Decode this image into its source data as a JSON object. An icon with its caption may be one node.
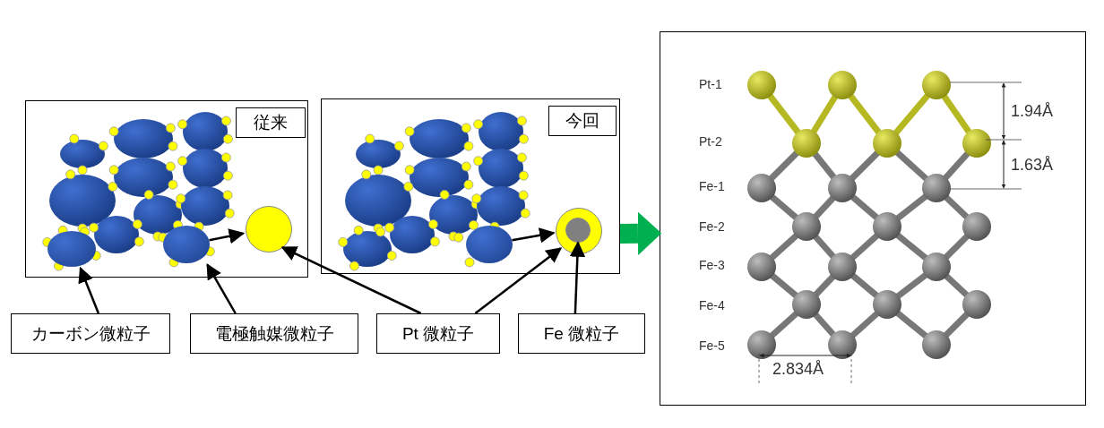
{
  "diagram": {
    "nodes": [
      {
        "text": [],
        "shape": "box"
      },
      {
        "text": [
          "従来"
        ],
        "in": 0
      },
      {
        "text": [],
        "shape": "ellipse",
        "in": 0
      },
      {
        "text": [],
        "shape": "ellipse",
        "in": 0
      },
      {
        "text": [],
        "shape": "circle",
        "in": 0
      },
      {
        "text": [],
        "shape": "box"
      },
      {
        "text": [
          "今回"
        ],
        "in": 5
      },
      {
        "text": [],
        "shape": "ellipse",
        "in": 5
      },
      {
        "text": [],
        "shape": "circle",
        "in": 5
      },
      {
        "text": [],
        "shape": "circle",
        "in": 8
      },
      {
        "text": [],
        "shape": "box"
      },
      {
        "text": [
          "カーボン微粒子"
        ]
      },
      {
        "text": [
          "電極触媒微粒子"
        ]
      },
      {
        "text": [
          "Pt 微粒子"
        ]
      },
      {
        "text": [
          "Fe 微粒子"
        ]
      }
    ],
    "edges": [
      {
        "from": 3,
        "to": 4,
        "arrow": "to"
      },
      {
        "from": 7,
        "to": 8,
        "arrow": "to"
      },
      {
        "from": 5,
        "to": 10,
        "arrow": "to",
        "style": "thick",
        "color": "#00b050"
      },
      {
        "from": 11,
        "to": 2,
        "arrow": "to"
      },
      {
        "from": 12,
        "to": 3,
        "arrow": "to"
      },
      {
        "from": 13,
        "to": 4,
        "arrow": "to"
      },
      {
        "from": 13,
        "to": 8,
        "arrow": "to"
      },
      {
        "from": 14,
        "to": 9,
        "arrow": "to"
      }
    ],
    "labels": [
      "Pt-1",
      "1.94Å",
      "Pt-2",
      "1.63Å",
      "Fe-1",
      "Fe-2",
      "Fe-3",
      "Fe-4",
      "Fe-5",
      "2.834Å"
    ]
  }
}
